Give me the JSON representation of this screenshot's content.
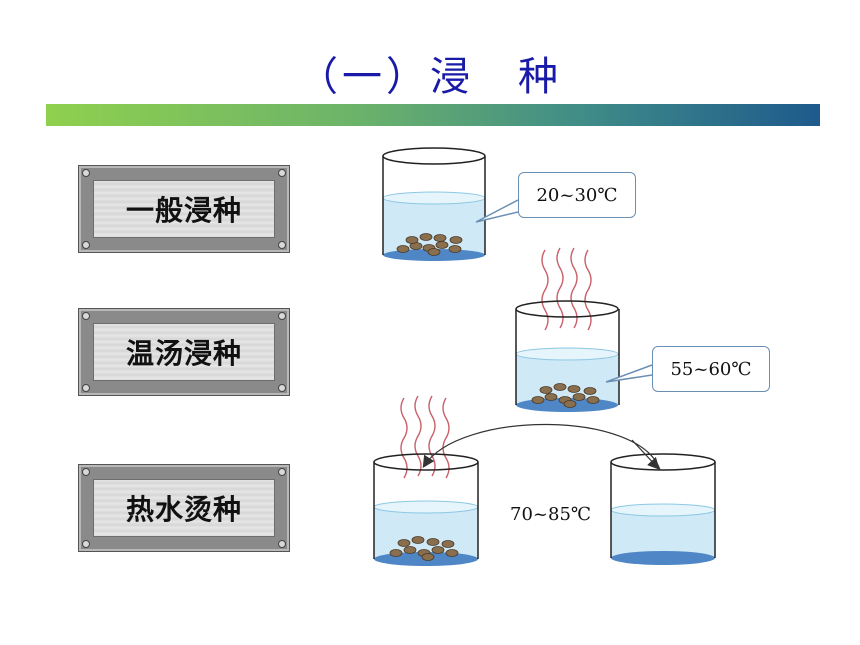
{
  "title": "（一）浸　种",
  "methods": [
    {
      "label": "一般浸种",
      "temp": "20~30℃"
    },
    {
      "label": "温汤浸种",
      "temp": "55~60℃"
    },
    {
      "label": "热水烫种",
      "temp": "70~85℃"
    }
  ],
  "colors": {
    "title": "#1a1aa8",
    "water": "#bfe3f5",
    "water_bottom": "#4f86c6",
    "seed": "#8a6f4e",
    "steam": "#c9606a",
    "callout_border": "#6a8fb5"
  }
}
